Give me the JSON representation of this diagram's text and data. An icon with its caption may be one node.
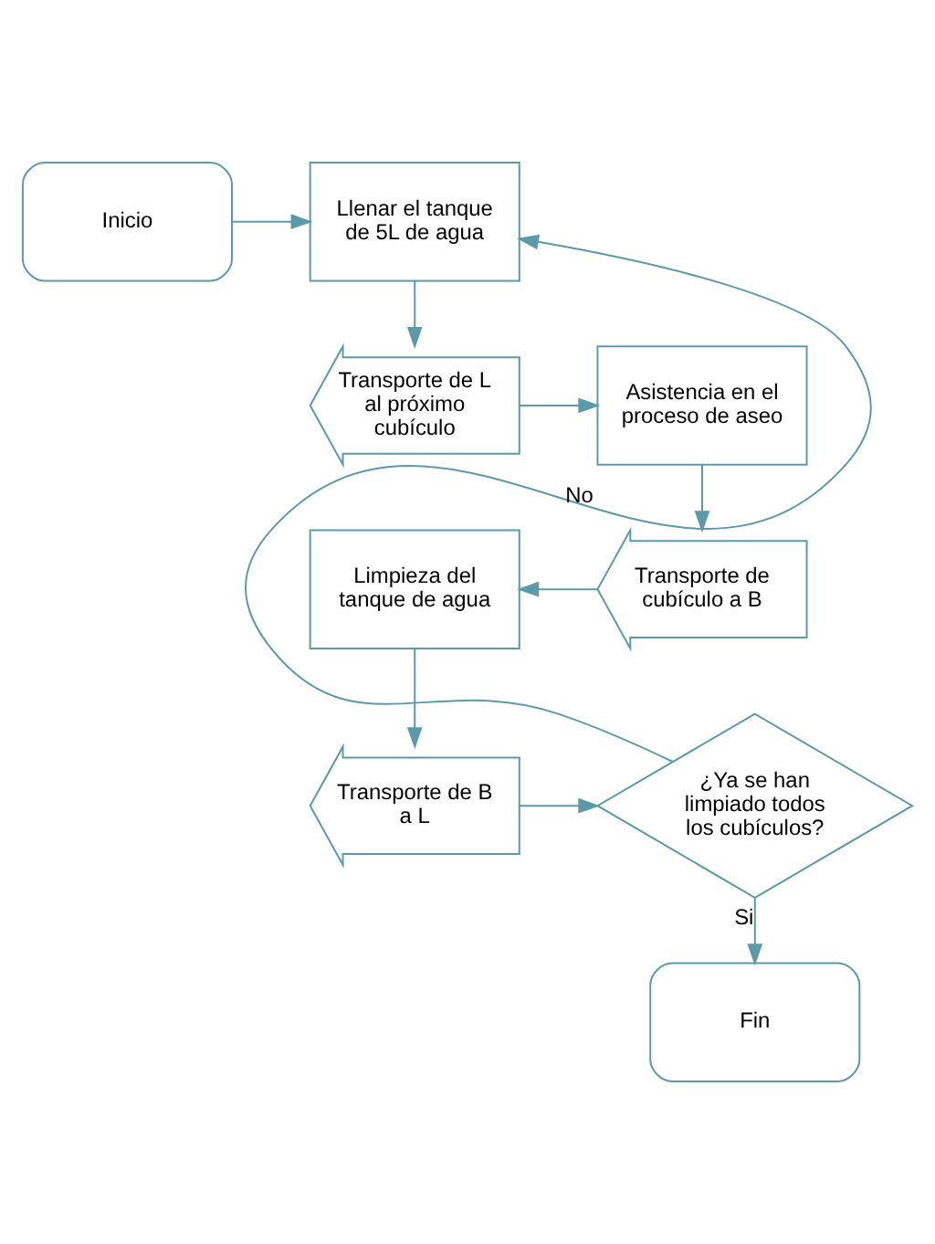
{
  "diagram": {
    "nodes": [
      {
        "text": [
          "Inicio"
        ]
      },
      {
        "text": [
          "Llenar el tanque de 5L de agua"
        ]
      },
      {
        "text": [
          "Transporte de L al próximo cubículo"
        ]
      },
      {
        "text": [
          "Asistencia en el proceso de aseo"
        ]
      },
      {
        "text": [
          "Transporte de cubículo a B"
        ]
      },
      {
        "text": [
          "Limpieza del tanque de agua"
        ]
      },
      {
        "text": [
          "Transporte de B a L"
        ]
      },
      {
        "text": [
          "¿Ya se han limpiado todos los cubículos?"
        ]
      },
      {
        "text": [
          "Fin"
        ]
      }
    ],
    "edges": [
      {
        "from": 0,
        "to": 1,
        "arrow": "to"
      },
      {
        "from": 1,
        "to": 2,
        "arrow": "to"
      },
      {
        "from": 2,
        "to": 3,
        "arrow": "to"
      },
      {
        "from": 3,
        "to": 4,
        "arrow": "to"
      },
      {
        "from": 4,
        "to": 5,
        "arrow": "to"
      },
      {
        "from": 5,
        "to": 6,
        "arrow": "to"
      },
      {
        "from": 6,
        "to": 7,
        "arrow": "to"
      },
      {
        "from": 7,
        "to": 1,
        "label": "No",
        "arrow": "to"
      },
      {
        "from": 7,
        "to": 8,
        "label": "Si",
        "arrow": "to"
      }
    ]
  }
}
